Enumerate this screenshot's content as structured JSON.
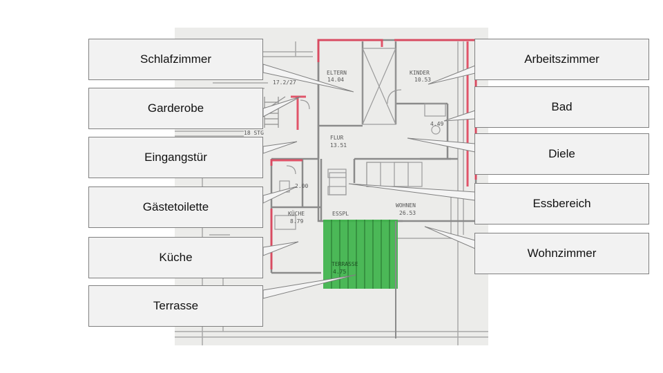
{
  "floorplan": {
    "rooms": [
      {
        "key": "eltern",
        "name": "ELTERN",
        "area": "14.04"
      },
      {
        "key": "kinder",
        "name": "KINDER",
        "area": "10.53"
      },
      {
        "key": "flur",
        "name": "FLUR",
        "area": "13.51"
      },
      {
        "key": "kueche",
        "name": "KÜCHE",
        "area": "8.79"
      },
      {
        "key": "esspl",
        "name": "ESSPL",
        "area": ""
      },
      {
        "key": "wohnen",
        "name": "WOHNEN",
        "area": "26.53"
      },
      {
        "key": "terrasse",
        "name": "TERRASSE",
        "area": "4.75"
      },
      {
        "key": "bad",
        "name": "",
        "area": "4.49"
      },
      {
        "key": "wc",
        "name": "",
        "area": "2.00"
      }
    ],
    "stair_label": "18 STG",
    "stair_dims": "17.2/27",
    "colors": {
      "paper": "#ececea",
      "walls": "#9a9a9a",
      "red_marker": "#e0445c",
      "terrace_green": "#3db34a",
      "ink": "#555555"
    }
  },
  "labels": {
    "left": [
      {
        "key": "schlafzimmer",
        "text": "Schlafzimmer"
      },
      {
        "key": "garderobe",
        "text": "Garderobe"
      },
      {
        "key": "eingangstuer",
        "text": "Eingangstür"
      },
      {
        "key": "gaestetoilette",
        "text": "Gästetoilette"
      },
      {
        "key": "kueche",
        "text": "Küche"
      },
      {
        "key": "terrasse",
        "text": "Terrasse"
      }
    ],
    "right": [
      {
        "key": "arbeitszimmer",
        "text": "Arbeitszimmer"
      },
      {
        "key": "bad",
        "text": "Bad"
      },
      {
        "key": "diele",
        "text": "Diele"
      },
      {
        "key": "essbereich",
        "text": "Essbereich"
      },
      {
        "key": "wohnzimmer",
        "text": "Wohnzimmer"
      }
    ]
  }
}
